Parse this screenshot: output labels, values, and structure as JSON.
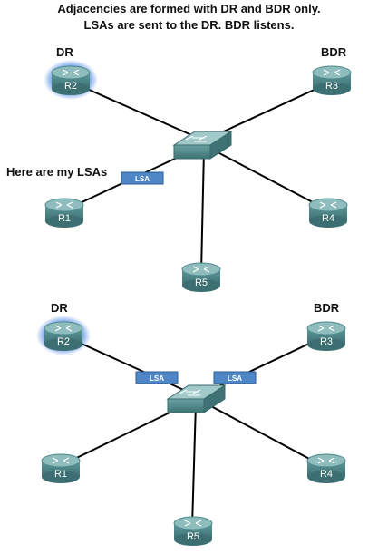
{
  "caption": {
    "line1": "Adjacencies are formed with DR and BDR only.",
    "line2": "LSAs are sent to the DR. BDR listens."
  },
  "colors": {
    "router_body": "#4f8a8c",
    "router_top": "#8fbcbc",
    "dr_glow": "#3f7fe0",
    "lsa_box": "#4f86c6",
    "link": "#000000",
    "switch_body": "#5d9293",
    "switch_top": "#a2c9c9"
  },
  "top": {
    "dr_label": "DR",
    "bdr_label": "BDR",
    "note": "Here are my LSAs",
    "lsa": "LSA",
    "routers": [
      "R2",
      "R3",
      "R1",
      "R4",
      "R5"
    ],
    "switch_icon": "switch-icon"
  },
  "bottom": {
    "dr_label": "DR",
    "bdr_label": "BDR",
    "lsa_left": "LSA",
    "lsa_right": "LSA",
    "routers": [
      "R2",
      "R3",
      "R1",
      "R4",
      "R5"
    ],
    "switch_icon": "switch-icon"
  }
}
